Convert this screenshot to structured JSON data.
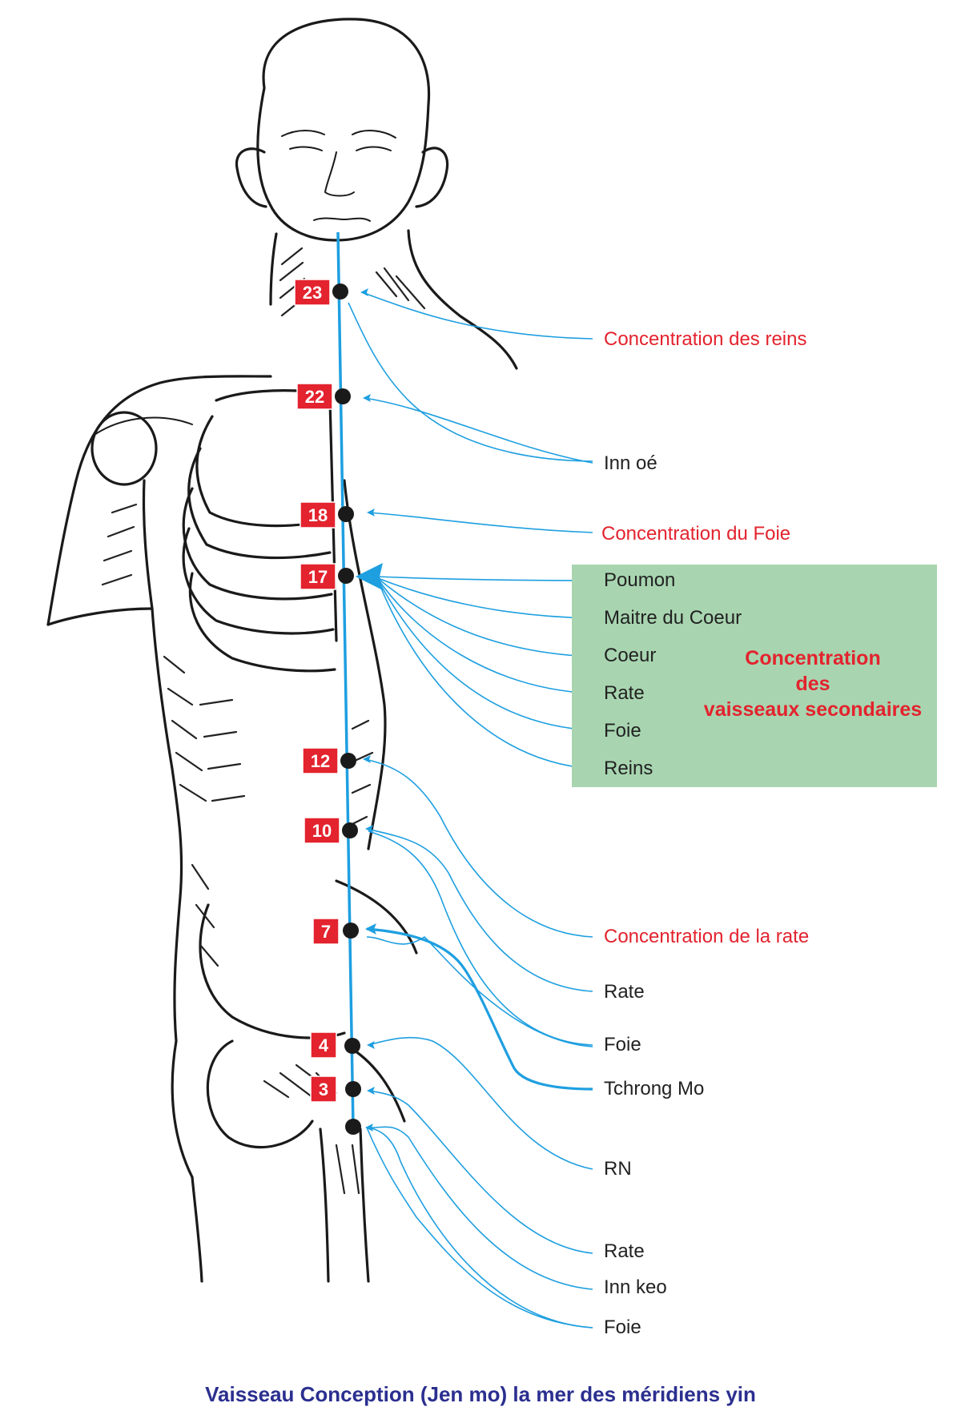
{
  "caption": "Vaisseau Conception (Jen mo) la mer des méridiens yin",
  "colors": {
    "meridian": "#1e9fe0",
    "badge": "#e3232e",
    "emphasis_text": "#e3232e",
    "caption": "#2b2f8f",
    "group_box": "#a8d5b0"
  },
  "points": [
    "23",
    "22",
    "18",
    "17",
    "12",
    "10",
    "7",
    "4",
    "3"
  ],
  "labels": {
    "concentration_reins": "Concentration des reins",
    "inn_oe": "Inn oé",
    "concentration_foie": "Concentration du Foie",
    "concentration_rate": "Concentration de la rate",
    "rate_a": "Rate",
    "foie_a": "Foie",
    "tchrong_mo": "Tchrong Mo",
    "rn": "RN",
    "rate_b": "Rate",
    "inn_keo": "Inn keo",
    "foie_b": "Foie"
  },
  "group": {
    "title_line1": "Concentration",
    "title_line2": "des",
    "title_line3": "vaisseaux secondaires",
    "items": [
      "Poumon",
      "Maitre du Coeur",
      "Coeur",
      "Rate",
      "Foie",
      "Reins"
    ]
  }
}
